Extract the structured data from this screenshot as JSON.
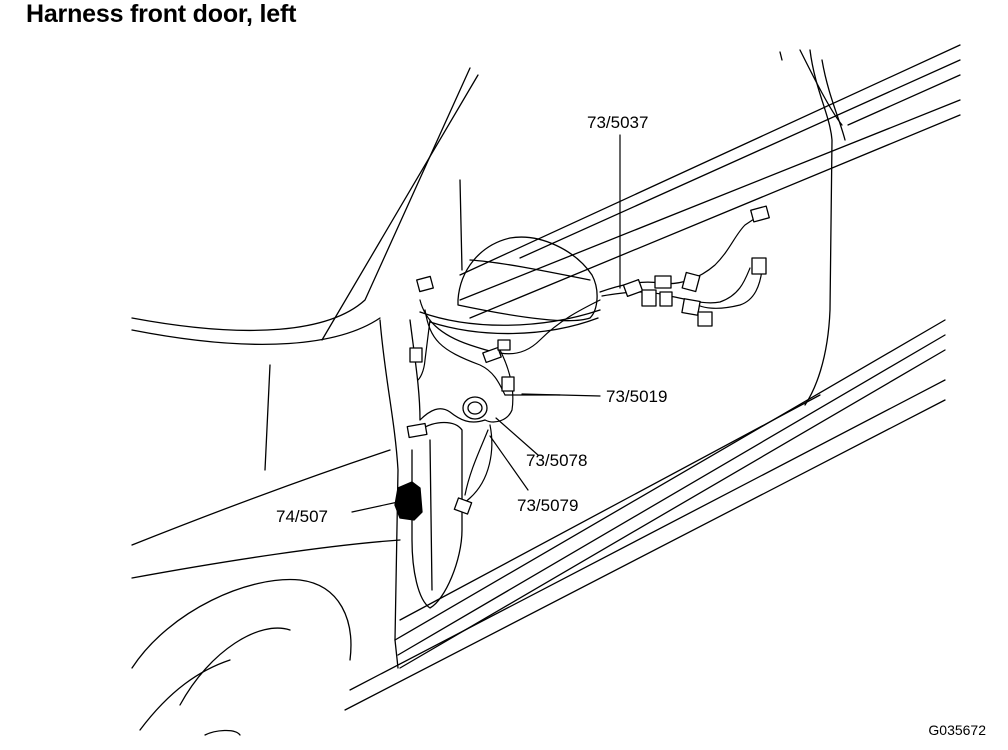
{
  "title": "Harness front door, left",
  "figure_id": "G035672",
  "callouts": {
    "c5037": "73/5037",
    "c5019": "73/5019",
    "c5078": "73/5078",
    "c5079": "73/5079",
    "c507": "74/507"
  },
  "colors": {
    "line": "#000000",
    "background": "#ffffff",
    "connector_fill": "#000000"
  }
}
